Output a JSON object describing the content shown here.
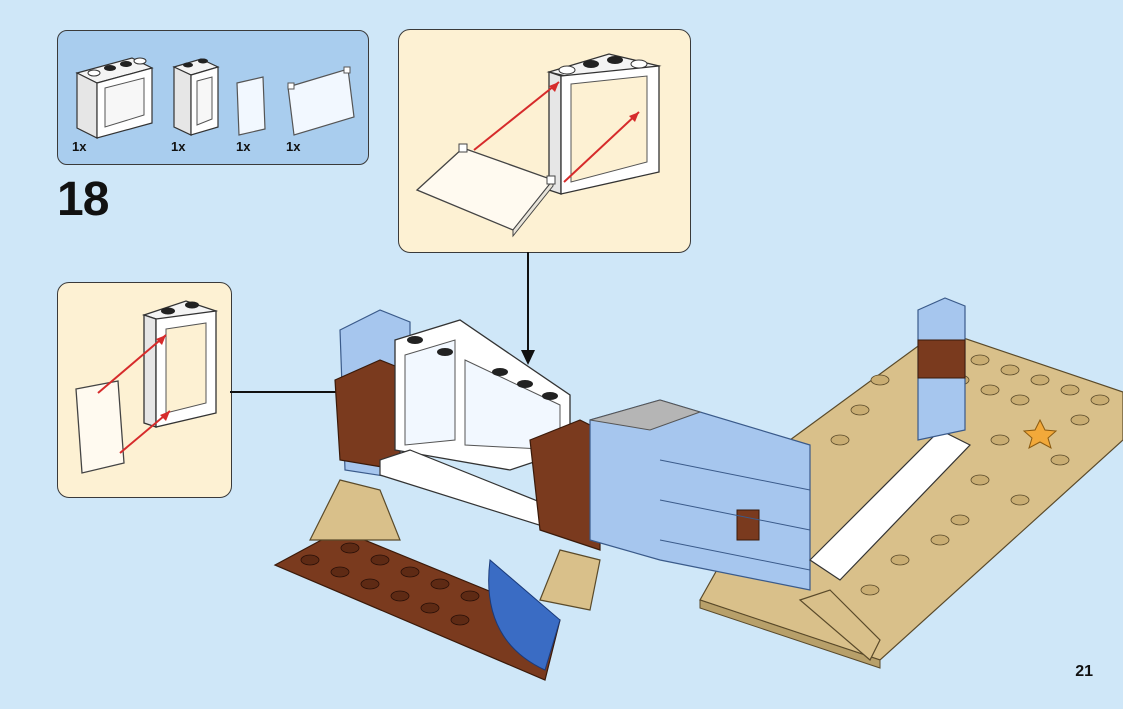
{
  "parts_list": {
    "items": [
      {
        "name": "window-frame-1x4x3",
        "qty": "1x"
      },
      {
        "name": "window-frame-1x2x3",
        "qty": "1x"
      },
      {
        "name": "window-glass-small",
        "qty": "1x"
      },
      {
        "name": "window-glass-large",
        "qty": "1x"
      }
    ]
  },
  "step": {
    "number": "18"
  },
  "page": {
    "number": "21"
  },
  "colors": {
    "page_background": "#cfe7f8",
    "parts_box": "#a9cdee",
    "callout_background": "#fdf1d3",
    "arrow_red": "#d62b2b",
    "brick_light_blue": "#a6c6ee",
    "brick_brown": "#7a3a1e",
    "brick_tan": "#d9c08a",
    "brick_white": "#ffffff"
  },
  "icons": [
    "window-frame-icon",
    "window-glass-icon",
    "red-assembly-arrow-icon",
    "pointer-arrow-icon",
    "star-piece-icon"
  ]
}
